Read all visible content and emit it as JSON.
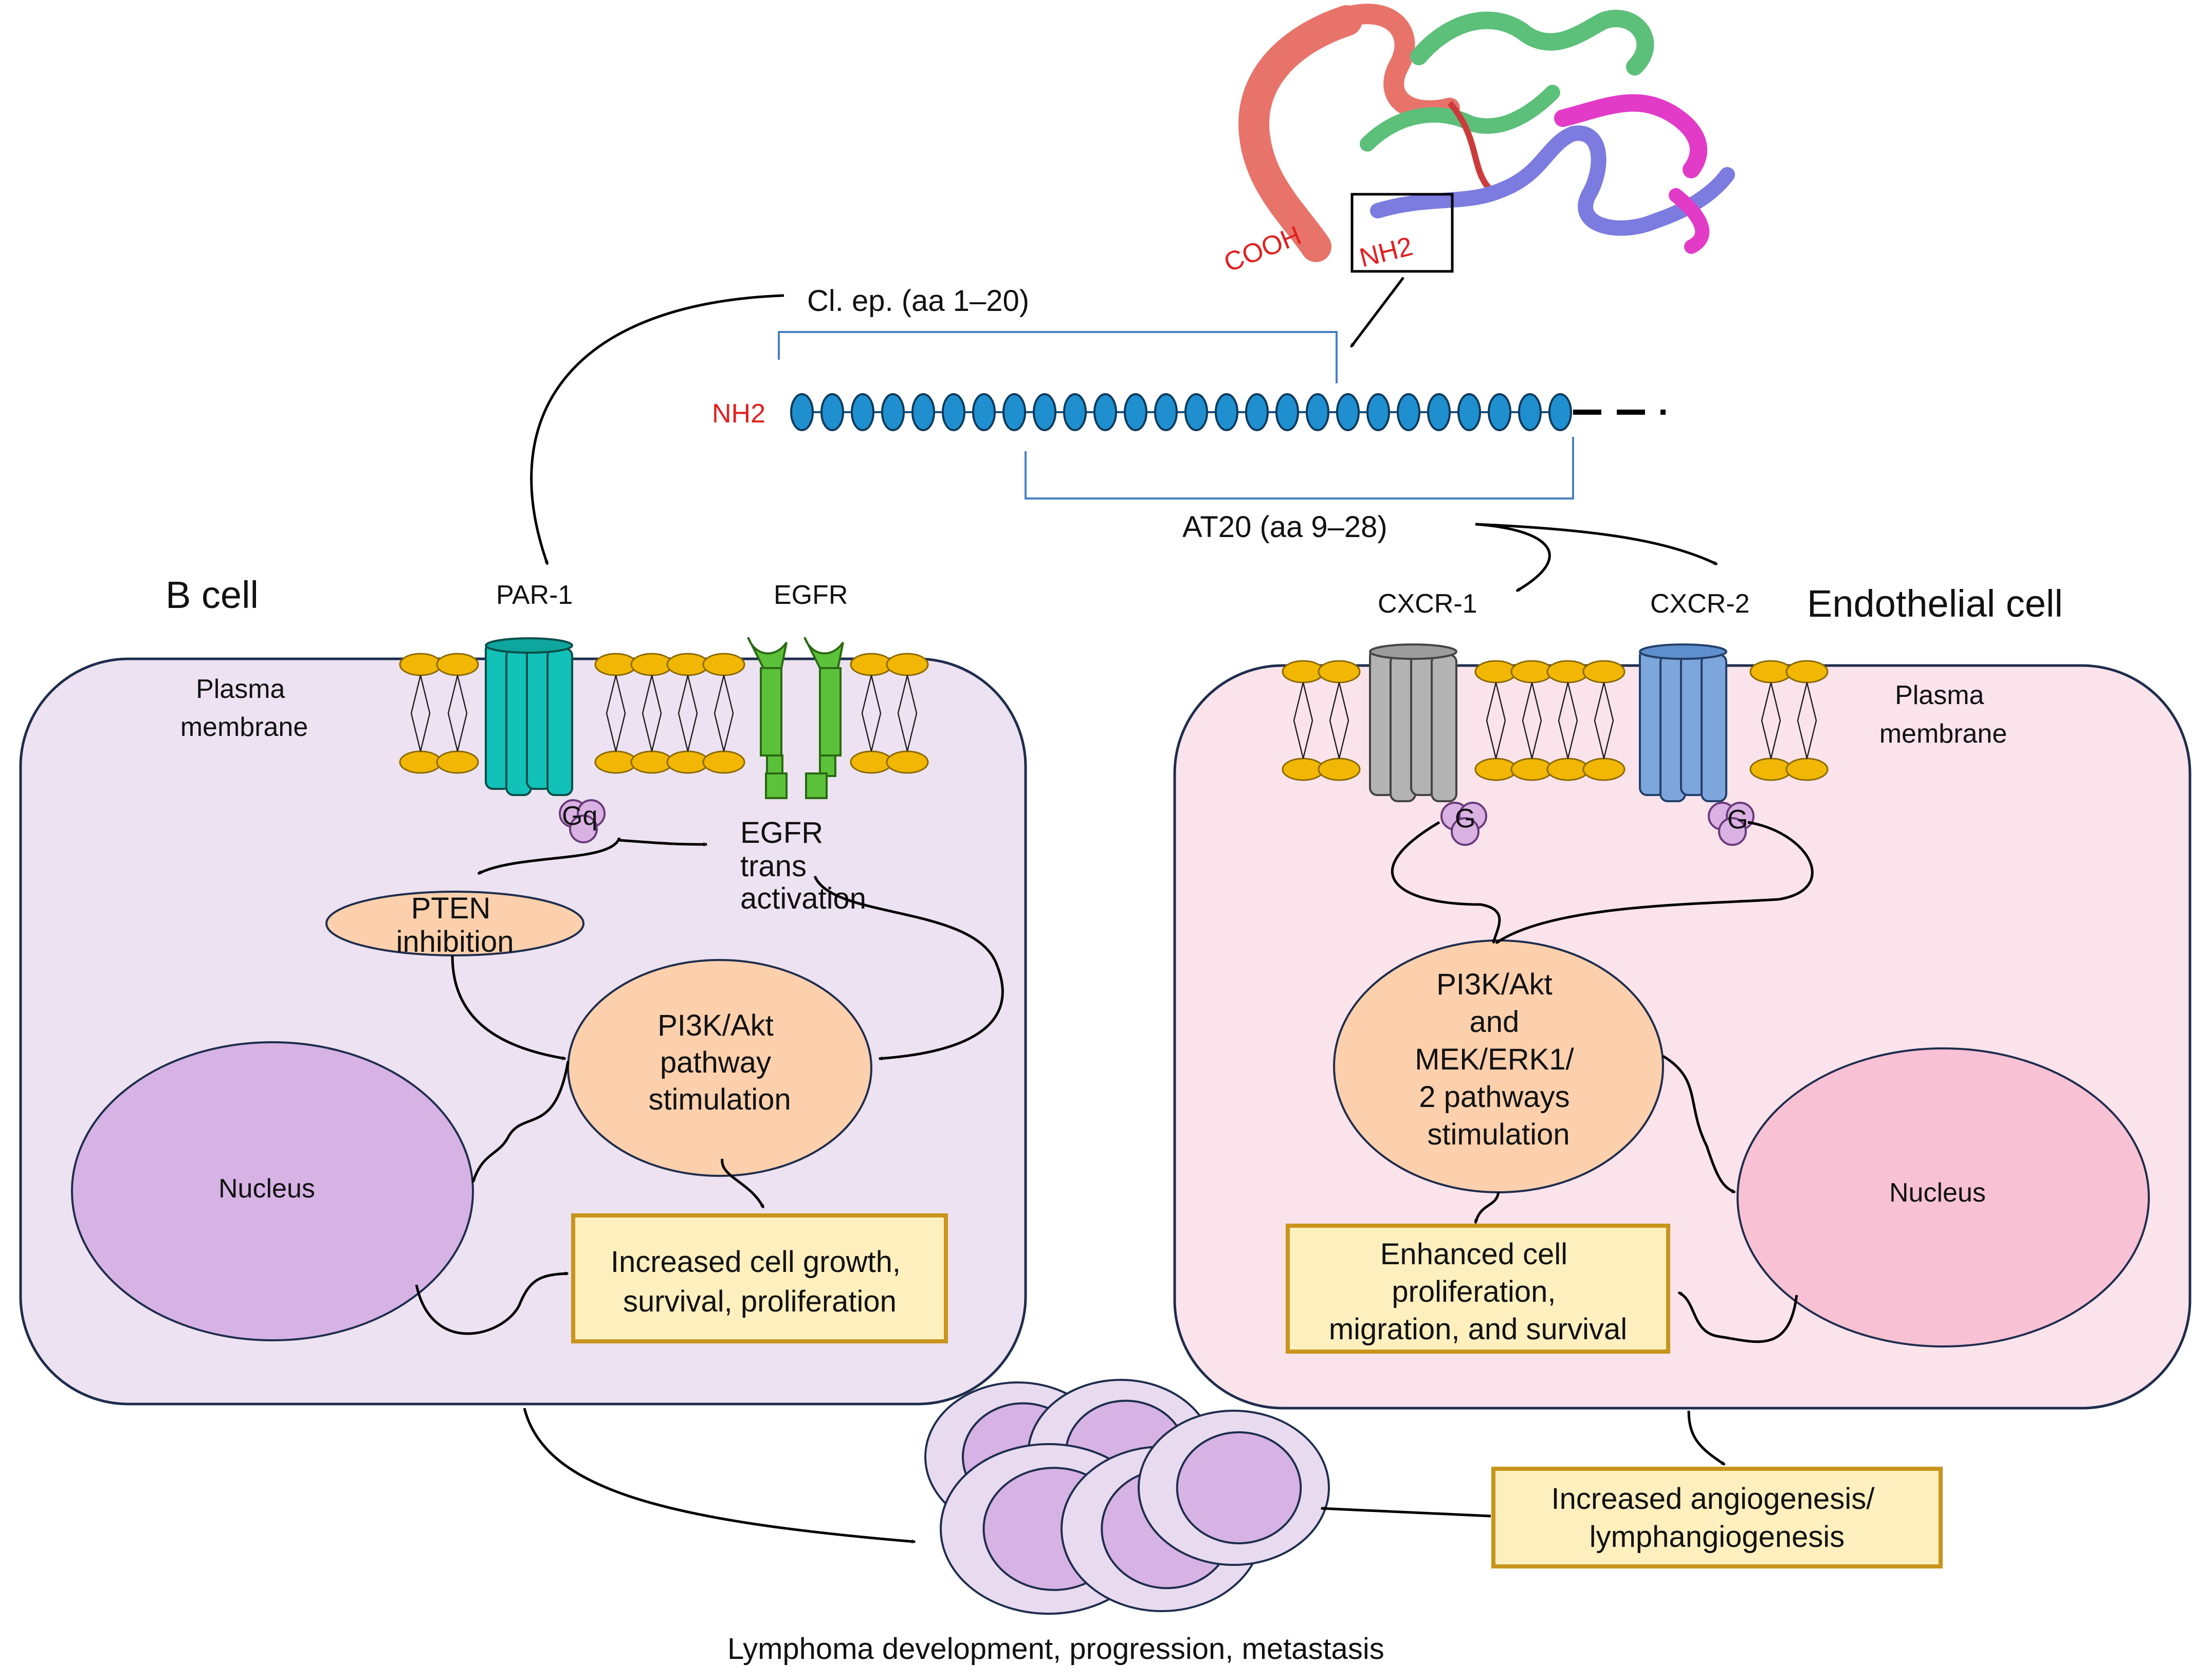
{
  "protein": {
    "cooh_label": "COOH",
    "nh2_label": "NH2"
  },
  "peptide": {
    "nh2_label": "NH2",
    "cl_ep_label": "Cl. ep. (aa 1–20)",
    "at20_label": "AT20 (aa 9–28)",
    "bead_count": 26
  },
  "b_cell": {
    "title": "B cell",
    "plasma_membrane": [
      "Plasma",
      "membrane"
    ],
    "par1": "PAR-1",
    "egfr": "EGFR",
    "gq": "Gq",
    "egfr_trans": [
      "EGFR",
      "trans",
      "activation"
    ],
    "pten": [
      "PTEN",
      "inhibition"
    ],
    "pi3k": [
      "PI3K/Akt",
      "pathway",
      "stimulation"
    ],
    "nucleus": "Nucleus",
    "outcome": [
      "Increased cell growth,",
      "survival, proliferation"
    ]
  },
  "endothelial_cell": {
    "title": "Endothelial cell",
    "plasma_membrane": [
      "Plasma",
      "membrane"
    ],
    "cxcr1": "CXCR-1",
    "cxcr2": "CXCR-2",
    "g1": "G",
    "g2": "G",
    "pathways": [
      "PI3K/Akt",
      "and",
      "MEK/ERK1/",
      "2 pathways",
      "stimulation"
    ],
    "nucleus": "Nucleus",
    "outcome": [
      "Enhanced  cell",
      "proliferation,",
      "migration, and survival"
    ]
  },
  "angiogenesis": [
    "Increased angiogenesis/",
    "lymphangiogenesis"
  ],
  "lymphoma": "Lymphoma development, progression, metastasis",
  "colors": {
    "b_cell_fill": "#ede2f1",
    "endo_cell_fill": "#fbe3ec",
    "cell_border": "#1f2d4d",
    "lipid": "#f2b705",
    "par1": "#12c2b8",
    "egfr": "#5cc13a",
    "cxcr1": "#b3b3b3",
    "cxcr2": "#7ca6dc",
    "g_protein": "#d9b2e3",
    "peach": "#fcd0ac",
    "nucleus_b": "#d6b3e4",
    "nucleus_endo": "#f9c1d4",
    "box_fill": "#fdefbe",
    "box_border": "#c8941b",
    "bead": "#1f8fcf"
  }
}
